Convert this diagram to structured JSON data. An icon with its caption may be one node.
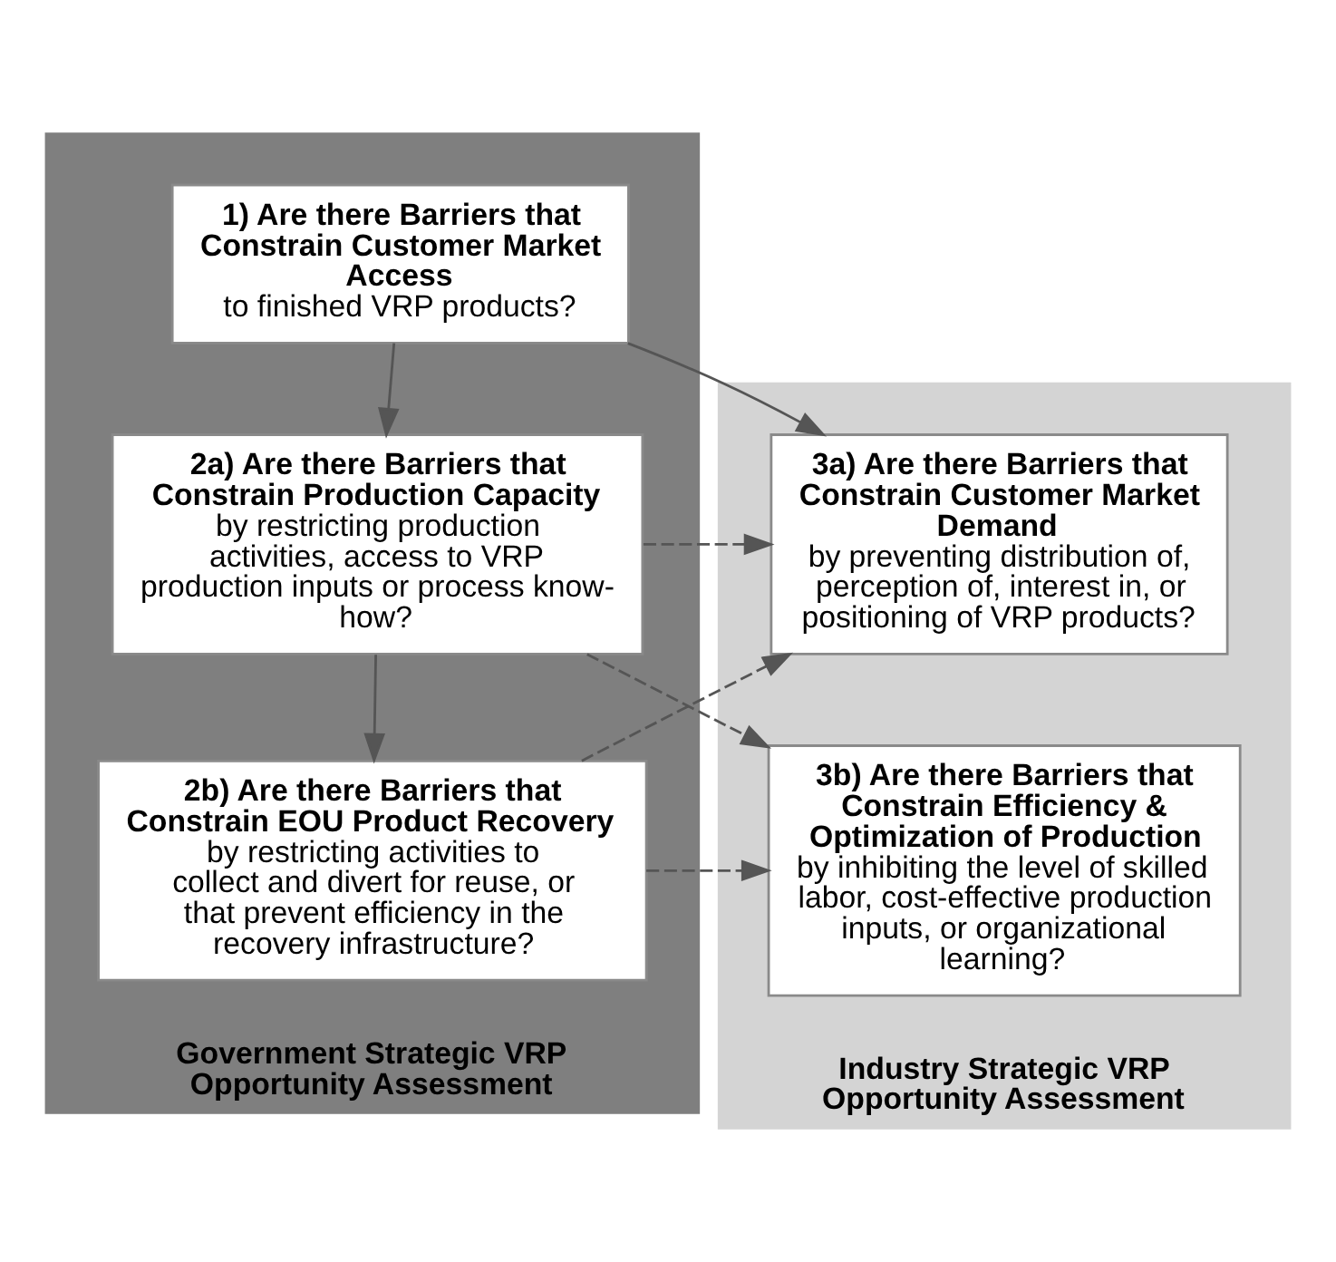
{
  "diagram": {
    "nodes": [
      {
        "text": [
          "Government Strategic VRP Opportunity Assessment"
        ]
      },
      {
        "text": [
          "1) Are there Barriers that Constrain Customer Market Access",
          "to finished VRP products?"
        ],
        "in": 0
      },
      {
        "text": [
          "2a) Are there Barriers that Constrain Production Capacity",
          "by restricting production activities, access to VRP production inputs or process know-how?"
        ],
        "in": 0
      },
      {
        "text": [
          "2b) Are there Barriers that Constrain EOU Product Recovery",
          "by restricting activities to collect and divert for reuse, or that prevent efficiency in the recovery infrastructure?"
        ],
        "in": 0
      },
      {
        "text": [
          "Industry Strategic VRP Opportunity Assessment"
        ]
      },
      {
        "text": [
          "3a) Are there Barriers that Constrain Customer Market Demand",
          "by preventing distribution of, perception of, interest in, or positioning of VRP products?"
        ],
        "in": 4
      },
      {
        "text": [
          "3b) Are there Barriers that Constrain Efficiency & Optimization of Production",
          "by inhibiting the level of skilled labor, cost-effective production inputs, or organizational learning?"
        ],
        "in": 4
      }
    ],
    "edges": [
      {
        "from": 1,
        "to": 2,
        "arrow": "to"
      },
      {
        "from": 1,
        "to": 5,
        "arrow": "to"
      },
      {
        "from": 2,
        "to": 3,
        "arrow": "to"
      },
      {
        "from": 2,
        "to": 5,
        "arrow": "to",
        "style": "dashed"
      },
      {
        "from": 2,
        "to": 6,
        "arrow": "to",
        "style": "dashed"
      },
      {
        "from": 3,
        "to": 5,
        "arrow": "to",
        "style": "dashed"
      },
      {
        "from": 3,
        "to": 6,
        "arrow": "to",
        "style": "dashed"
      }
    ]
  }
}
